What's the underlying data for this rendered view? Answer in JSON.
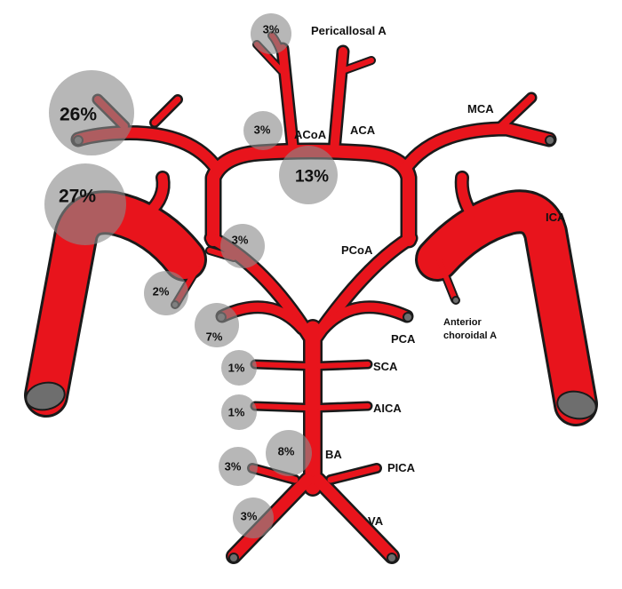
{
  "labels": {
    "pericallosal": "Pericallosal A",
    "acoa": "ACoA",
    "aca": "ACA",
    "mca": "MCA",
    "ica": "ICA",
    "pcoa": "PCoA",
    "anterior_choroidal_line1": "Anterior",
    "anterior_choroidal_line2": "choroidal A",
    "pca": "PCA",
    "sca": "SCA",
    "aica": "AICA",
    "ba": "BA",
    "pica": "PICA",
    "va": "VA"
  },
  "percentages": {
    "pericallosal": "3%",
    "acoa": "3%",
    "acoa_center": "13%",
    "mca": "26%",
    "ica": "27%",
    "pcoa": "3%",
    "anterior_choroidal": "2%",
    "pca": "7%",
    "sca": "1%",
    "aica": "1%",
    "ba": "8%",
    "pica": "3%",
    "va": "3%"
  },
  "colors": {
    "artery": "#e8141c",
    "outline": "#1a1a1a",
    "bubble": "#8a8a8a",
    "vessel_end": "#6e6e6e"
  }
}
